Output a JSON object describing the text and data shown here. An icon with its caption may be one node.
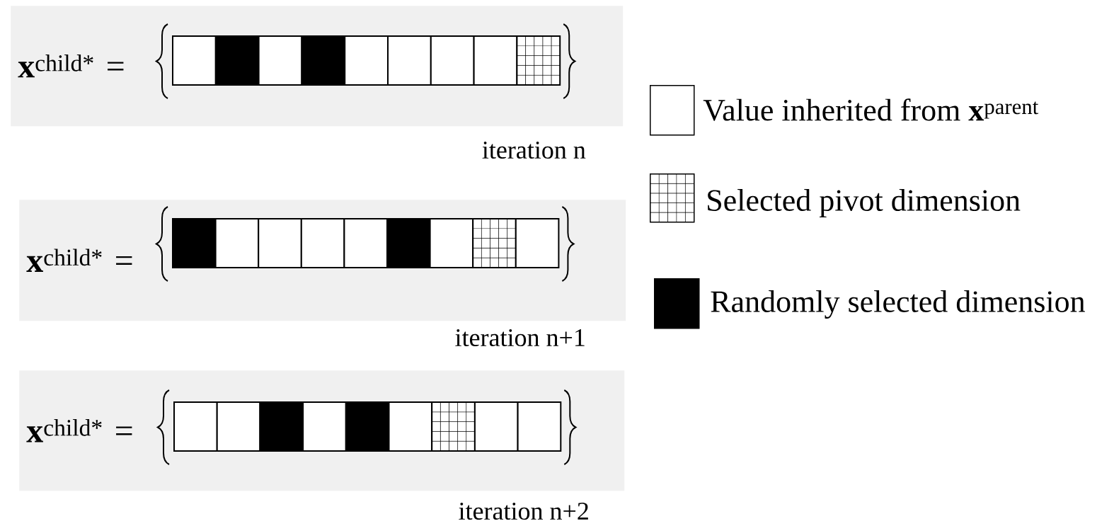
{
  "diagram": {
    "nodes": [
      {
        "text": [
          "**x**$^{child*}$ ="
        ],
        "beside": [
          "iteration n"
        ]
      },
      {
        "text": [],
        "shape": "box",
        "in": 0
      },
      {
        "text": [],
        "shape": "block",
        "in": 0
      },
      {
        "text": [],
        "shape": "box",
        "in": 0
      },
      {
        "text": [],
        "shape": "block",
        "in": 0
      },
      {
        "text": [],
        "shape": "box",
        "in": 0
      },
      {
        "text": [],
        "shape": "box",
        "in": 0
      },
      {
        "text": [],
        "shape": "box",
        "in": 0
      },
      {
        "text": [],
        "shape": "box",
        "in": 0
      },
      {
        "text": [],
        "shape": "grid",
        "in": 0
      },
      {
        "text": [
          "**x**$^{child*}$ ="
        ],
        "beside": [
          "iteration n+1"
        ]
      },
      {
        "text": [],
        "shape": "block",
        "in": 10
      },
      {
        "text": [],
        "shape": "box",
        "in": 10
      },
      {
        "text": [],
        "shape": "box",
        "in": 10
      },
      {
        "text": [],
        "shape": "box",
        "in": 10
      },
      {
        "text": [],
        "shape": "box",
        "in": 10
      },
      {
        "text": [],
        "shape": "block",
        "in": 10
      },
      {
        "text": [],
        "shape": "box",
        "in": 10
      },
      {
        "text": [],
        "shape": "grid",
        "in": 10
      },
      {
        "text": [],
        "shape": "box",
        "in": 10
      },
      {
        "text": [
          "**x**$^{child*}$ ="
        ],
        "beside": [
          "iteration n+2"
        ]
      },
      {
        "text": [],
        "shape": "box",
        "in": 20
      },
      {
        "text": [],
        "shape": "box",
        "in": 20
      },
      {
        "text": [],
        "shape": "block",
        "in": 20
      },
      {
        "text": [],
        "shape": "box",
        "in": 20
      },
      {
        "text": [],
        "shape": "block",
        "in": 20
      },
      {
        "text": [],
        "shape": "box",
        "in": 20
      },
      {
        "text": [],
        "shape": "grid",
        "in": 20
      },
      {
        "text": [],
        "shape": "box",
        "in": 20
      },
      {
        "text": [],
        "shape": "box",
        "in": 20
      }
    ],
    "legend": [
      {
        "text": "Value inherited from **x**$^{parent}$"
      },
      {
        "text": "Selected pivot dimension"
      },
      {
        "text": "Randomly selected dimension",
        "color": "#000000"
      }
    ]
  }
}
